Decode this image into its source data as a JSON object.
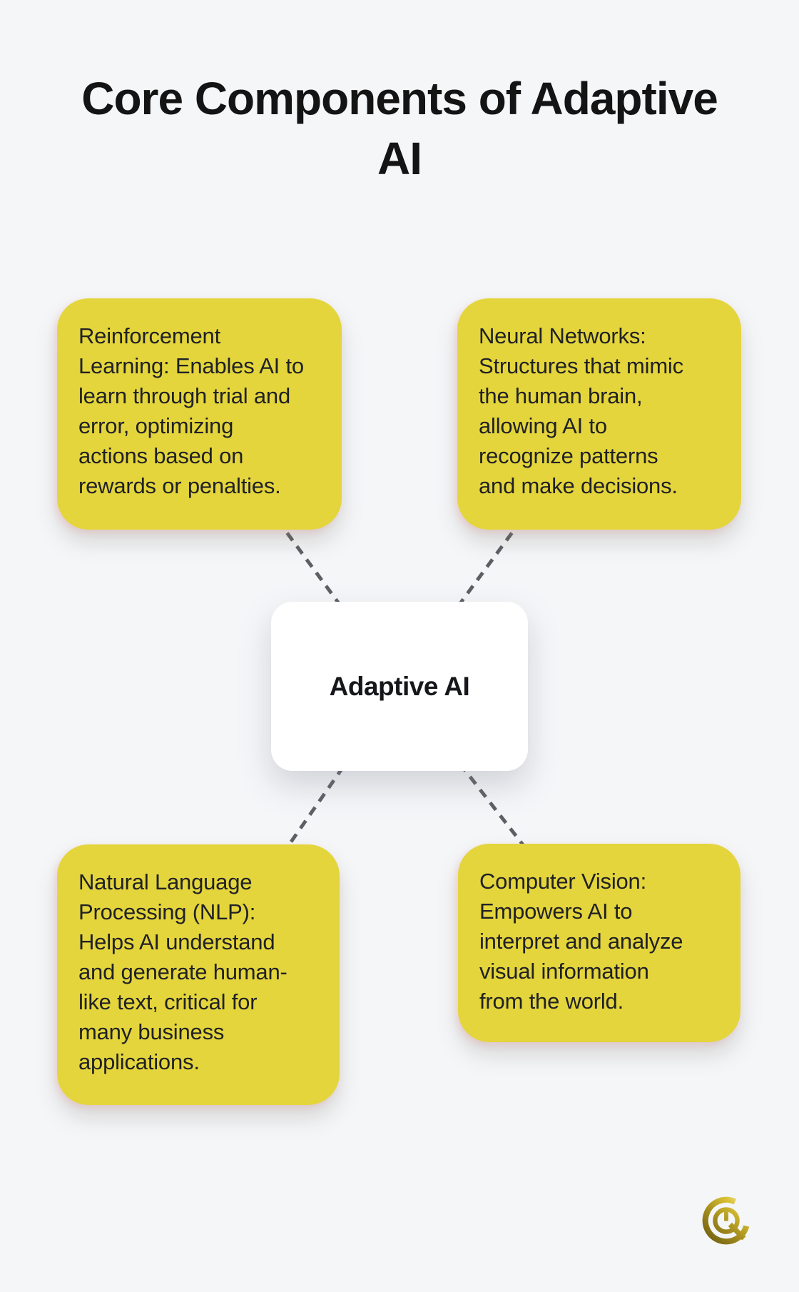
{
  "title": {
    "text": "Core Components of Adaptive\nAI"
  },
  "center_node": {
    "label": "Adaptive AI"
  },
  "nodes": [
    {
      "id": "reinforcement-learning",
      "text": "Reinforcement\nLearning: Enables AI to\nlearn through trial and\nerror, optimizing\nactions based on\nrewards or penalties."
    },
    {
      "id": "neural-networks",
      "text": "Neural Networks:\nStructures that mimic\nthe human brain,\nallowing AI to\nrecognize patterns\nand make decisions."
    },
    {
      "id": "natural-language-processing",
      "text": "Natural Language\nProcessing (NLP):\nHelps AI understand\nand generate human-\nlike text, critical for\nmany business\napplications."
    },
    {
      "id": "computer-vision",
      "text": "Computer Vision:\nEmpowers AI to\ninterpret and analyze\nvisual information\nfrom the world."
    }
  ],
  "logo": {
    "icon": "gold-q-emblem-logo"
  },
  "colors": {
    "bg": "#f5f6f8",
    "title_color": "#141414",
    "node_bg": "#e4d53c",
    "node_text": "#202126",
    "center_bg": "#ffffff",
    "center_text": "#15171a",
    "connector": "#5c6065",
    "logo_gold_dark": "#6e5e10",
    "logo_gold_light": "#f2e79c"
  }
}
